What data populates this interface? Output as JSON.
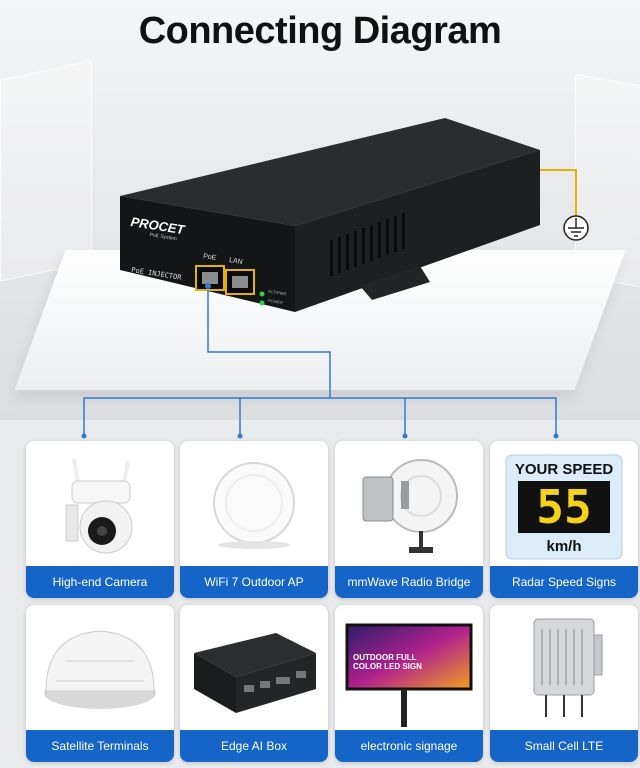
{
  "title": "Connecting Diagram",
  "device": {
    "brand": "PROCET",
    "brand_sub": "PoE System",
    "model_label": "PoE INJECTOR",
    "port_poe": "PoE",
    "port_lan": "LAN",
    "led_active": "ACT/PWR",
    "led_power": "POWER"
  },
  "devices": [
    {
      "label": "High-end Camera",
      "icon": "camera-icon"
    },
    {
      "label": "WiFi 7 Outdoor AP",
      "icon": "access-point-icon"
    },
    {
      "label": "mmWave Radio Bridge",
      "icon": "radio-bridge-icon"
    },
    {
      "label": "Radar Speed Signs",
      "icon": "speed-sign-icon"
    },
    {
      "label": "Satellite Terminals",
      "icon": "satellite-terminal-icon"
    },
    {
      "label": "Edge AI Box",
      "icon": "edge-box-icon"
    },
    {
      "label": "electronic signage",
      "icon": "signage-icon"
    },
    {
      "label": "Small Cell LTE",
      "icon": "small-cell-icon"
    }
  ],
  "speed_sign": {
    "heading": "YOUR SPEED",
    "value": "55",
    "unit": "km/h"
  },
  "signage_screen": {
    "text": "OUTDOOR FULL COLOR LED SIGN"
  },
  "colors": {
    "accent": "#1564c8",
    "led": "#2fd04a",
    "ground_wire": "#e2b400",
    "line": "#2e7bd6"
  }
}
